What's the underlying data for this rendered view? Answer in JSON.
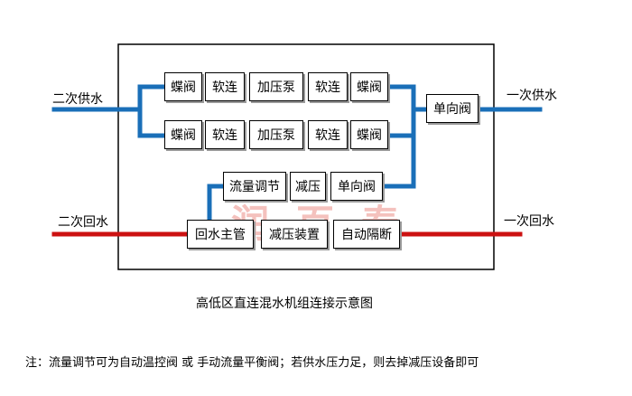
{
  "diagram": {
    "left_in_top": "二次供水",
    "left_in_bottom": "二次回水",
    "right_out_top": "一次供水",
    "right_out_bottom": "一次回水",
    "row1": [
      "蝶阀",
      "软连",
      "加压泵",
      "软连",
      "蝶阀"
    ],
    "row2": [
      "蝶阀",
      "软连",
      "加压泵",
      "软连",
      "蝶阀"
    ],
    "check_valve_right": "单向阀",
    "flow_regulator": "流量调节",
    "pressure_reduce": "减压",
    "check_valve_mid": "单向阀",
    "return_main": "回水主管",
    "pressure_reducer_device": "减压装置",
    "auto_isolation": "自动隔断",
    "watermark": "润百泰",
    "colors": {
      "supply": "#1a6fb8",
      "return": "#cc1111",
      "watermark": "#f3b7b2"
    }
  },
  "caption": "高低区直连混水机组连接示意图",
  "note": "注：流量调节可为自动温控阀 或 手动流量平衡阀；若供水压力足，则去掉减压设备即可"
}
